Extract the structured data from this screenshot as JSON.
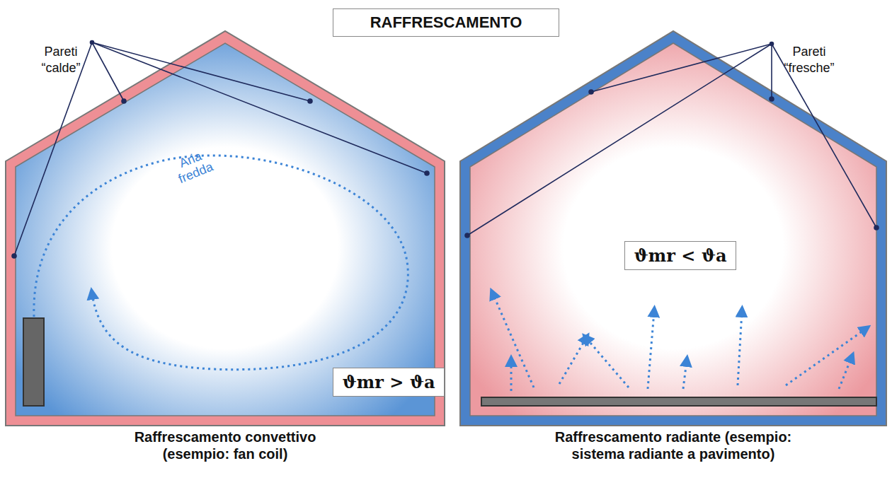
{
  "diagram": {
    "title": "RAFFRESCAMENTO",
    "nodes": [
      {
        "text": [
          "ϑmr > ϑa"
        ]
      },
      {
        "text": [
          "ϑmr < ϑa"
        ]
      }
    ],
    "labels": [
      "Pareti “calde”",
      "Pareti “fresche”",
      "Aria fredda",
      "Raffrescamento convettivo (esempio: fan coil)",
      "Raffrescamento radiante (esempio: sistema radiante a pavimento)"
    ]
  }
}
